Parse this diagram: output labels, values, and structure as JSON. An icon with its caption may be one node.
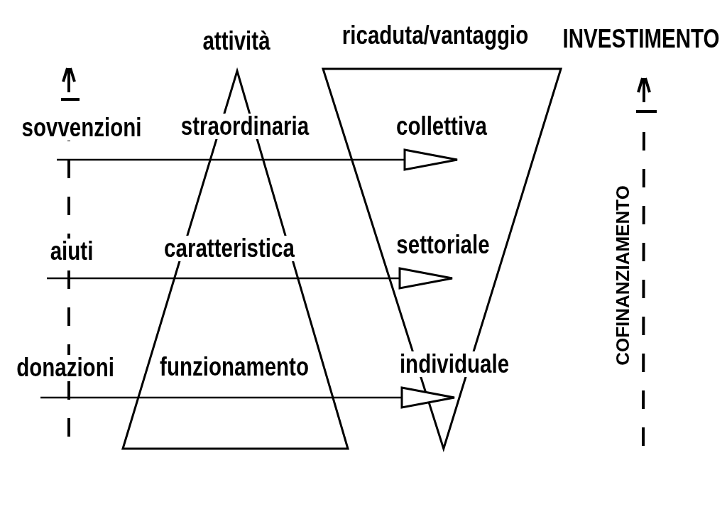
{
  "diagram": {
    "nodes": [
      {
        "text": [
          "sovvenzioni"
        ]
      },
      {
        "text": [
          "aiuti"
        ]
      },
      {
        "text": [
          "donazioni"
        ]
      },
      {
        "text": [
          "attività"
        ]
      },
      {
        "text": [
          "straordinaria"
        ],
        "in": 3
      },
      {
        "text": [
          "caratteristica"
        ],
        "in": 3
      },
      {
        "text": [
          "funzionamento"
        ],
        "in": 3
      },
      {
        "text": [
          "ricaduta/vantaggio"
        ]
      },
      {
        "text": [
          "collettiva"
        ],
        "in": 7
      },
      {
        "text": [
          "settoriale"
        ],
        "in": 7
      },
      {
        "text": [
          "individuale"
        ],
        "in": 7
      }
    ],
    "edges": [
      {
        "from": 0,
        "to": 8,
        "arrow": "to"
      },
      {
        "from": 1,
        "to": 9,
        "arrow": "to"
      },
      {
        "from": 2,
        "to": 10,
        "arrow": "to"
      }
    ],
    "labels": [
      "INVESTIMENTO",
      "COFINANZIAMENTO"
    ]
  }
}
